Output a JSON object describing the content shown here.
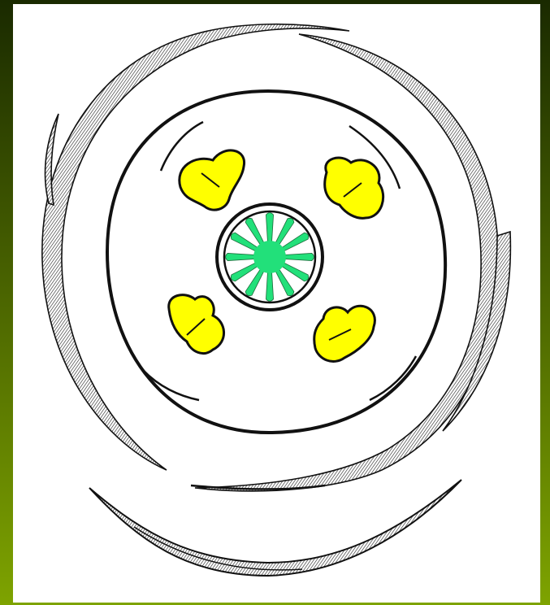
{
  "colors": {
    "background_top": "#1a2a00",
    "background_bottom": "#7ea300",
    "panel": "#ffffff",
    "ink": "#111111",
    "anther_fill": "#ffff00",
    "ovary_fill": "#22e07a"
  },
  "diagram": {
    "subject": "floral diagram",
    "stamens": 4,
    "ovary_lobes": 12,
    "perianth_arcs": 2,
    "bracts": 1
  }
}
